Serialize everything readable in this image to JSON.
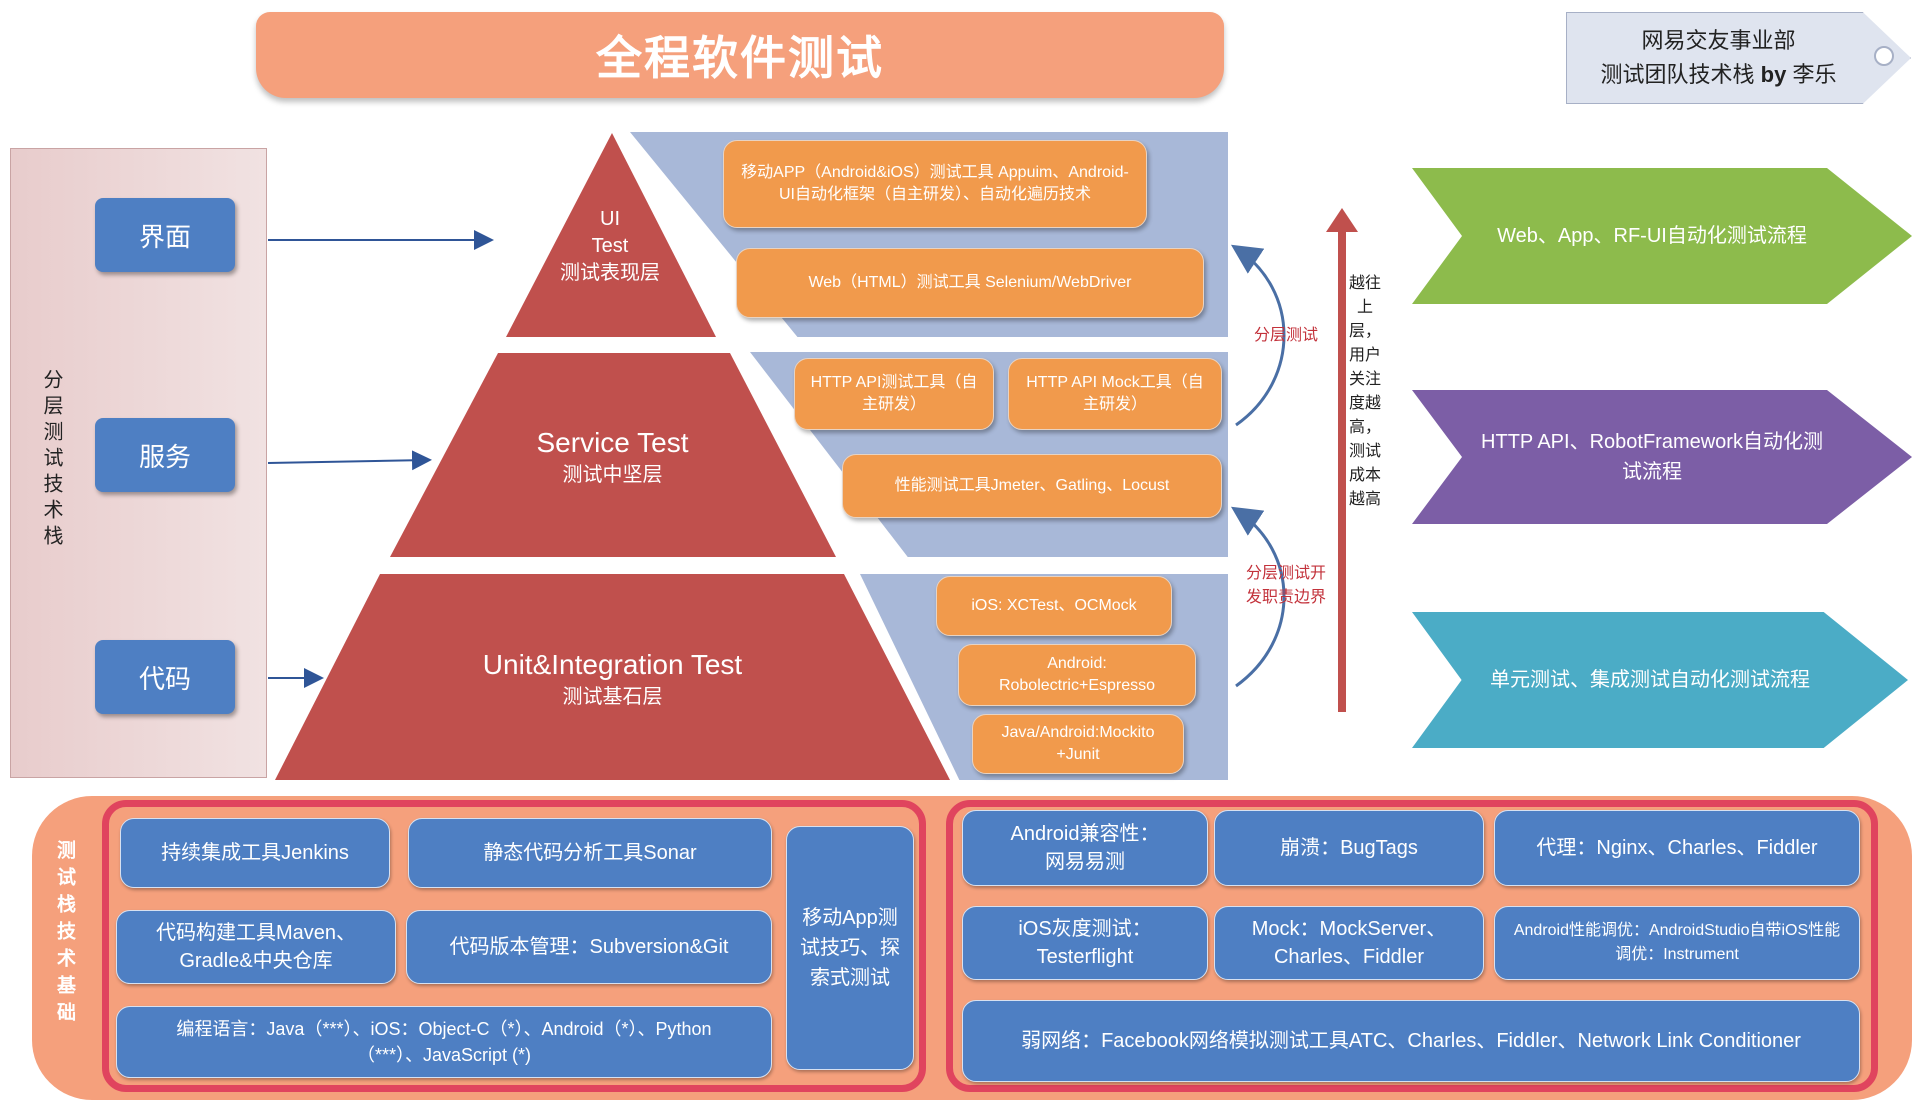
{
  "title": "全程软件测试",
  "tag": {
    "line1": "网易交友事业部",
    "line2a": "测试团队技术栈 ",
    "line2b": "by",
    "line2c": " 李乐"
  },
  "left": {
    "label": "分层测试技术栈",
    "buttons": [
      "界面",
      "服务",
      "代码"
    ]
  },
  "pyramid": {
    "ui": {
      "l1": "UI",
      "l2": "Test",
      "l3": "测试表现层"
    },
    "service": {
      "l1": "Service Test",
      "l2": "测试中坚层"
    },
    "unit": {
      "l1": "Unit&Integration Test",
      "l2": "测试基石层"
    }
  },
  "tools": {
    "ui_mobile": "移动APP（Android&iOS）测试工具 Appuim、Android-UI自动化框架（自主研发）、自动化遍历技术",
    "ui_web": "Web（HTML）测试工具 Selenium/WebDriver",
    "http_api": "HTTP API测试工具（自主研发）",
    "http_mock": "HTTP API Mock工具（自主研发）",
    "perf": "性能测试工具Jmeter、Gatling、Locust",
    "ios": "iOS: XCTest、OCMock",
    "android": "Android: Robolectric+Espresso",
    "java": "Java/Android:Mockito +Junit"
  },
  "notes": {
    "layered": "分层测试",
    "boundary": "分层测试开发职责边界",
    "higher": "越往上层，用户关注度越高，测试成本越高"
  },
  "chevrons": {
    "web": "Web、App、RF-UI自动化测试流程",
    "http": "HTTP API、RobotFramework自动化测试流程",
    "unit": "单元测试、集成测试自动化测试流程"
  },
  "bottom": {
    "label": "测试栈技术基础",
    "left": {
      "jenkins": "持续集成工具Jenkins",
      "sonar": "静态代码分析工具Sonar",
      "maven": "代码构建工具Maven、Gradle&中央仓库",
      "svn": "代码版本管理：Subversion&Git",
      "lang": "编程语言：Java（***）、iOS：Object-C（*）、Android（*）、Python（***）、JavaScript (*)",
      "mobile": "移动App测试技巧、探索式测试"
    },
    "right": {
      "compat": "Android兼容性：网易易测",
      "crash": "崩溃：BugTags",
      "proxy": "代理：Nginx、Charles、Fiddler",
      "gray": "iOS灰度测试：Testerflight",
      "mock": "Mock：MockServer、Charles、Fiddler",
      "perf": "Android性能调优：AndroidStudio自带iOS性能调优：Instrument",
      "network": "弱网络：Facebook网络模拟测试工具ATC、Charles、Fiddler、Network Link Conditioner"
    }
  },
  "colors": {
    "red": "#c0504d",
    "blue": "#4e7fc3",
    "orange": "#f19a4c",
    "green": "#8dbb4c",
    "purple": "#7c5ea6",
    "teal": "#4bacc6"
  }
}
